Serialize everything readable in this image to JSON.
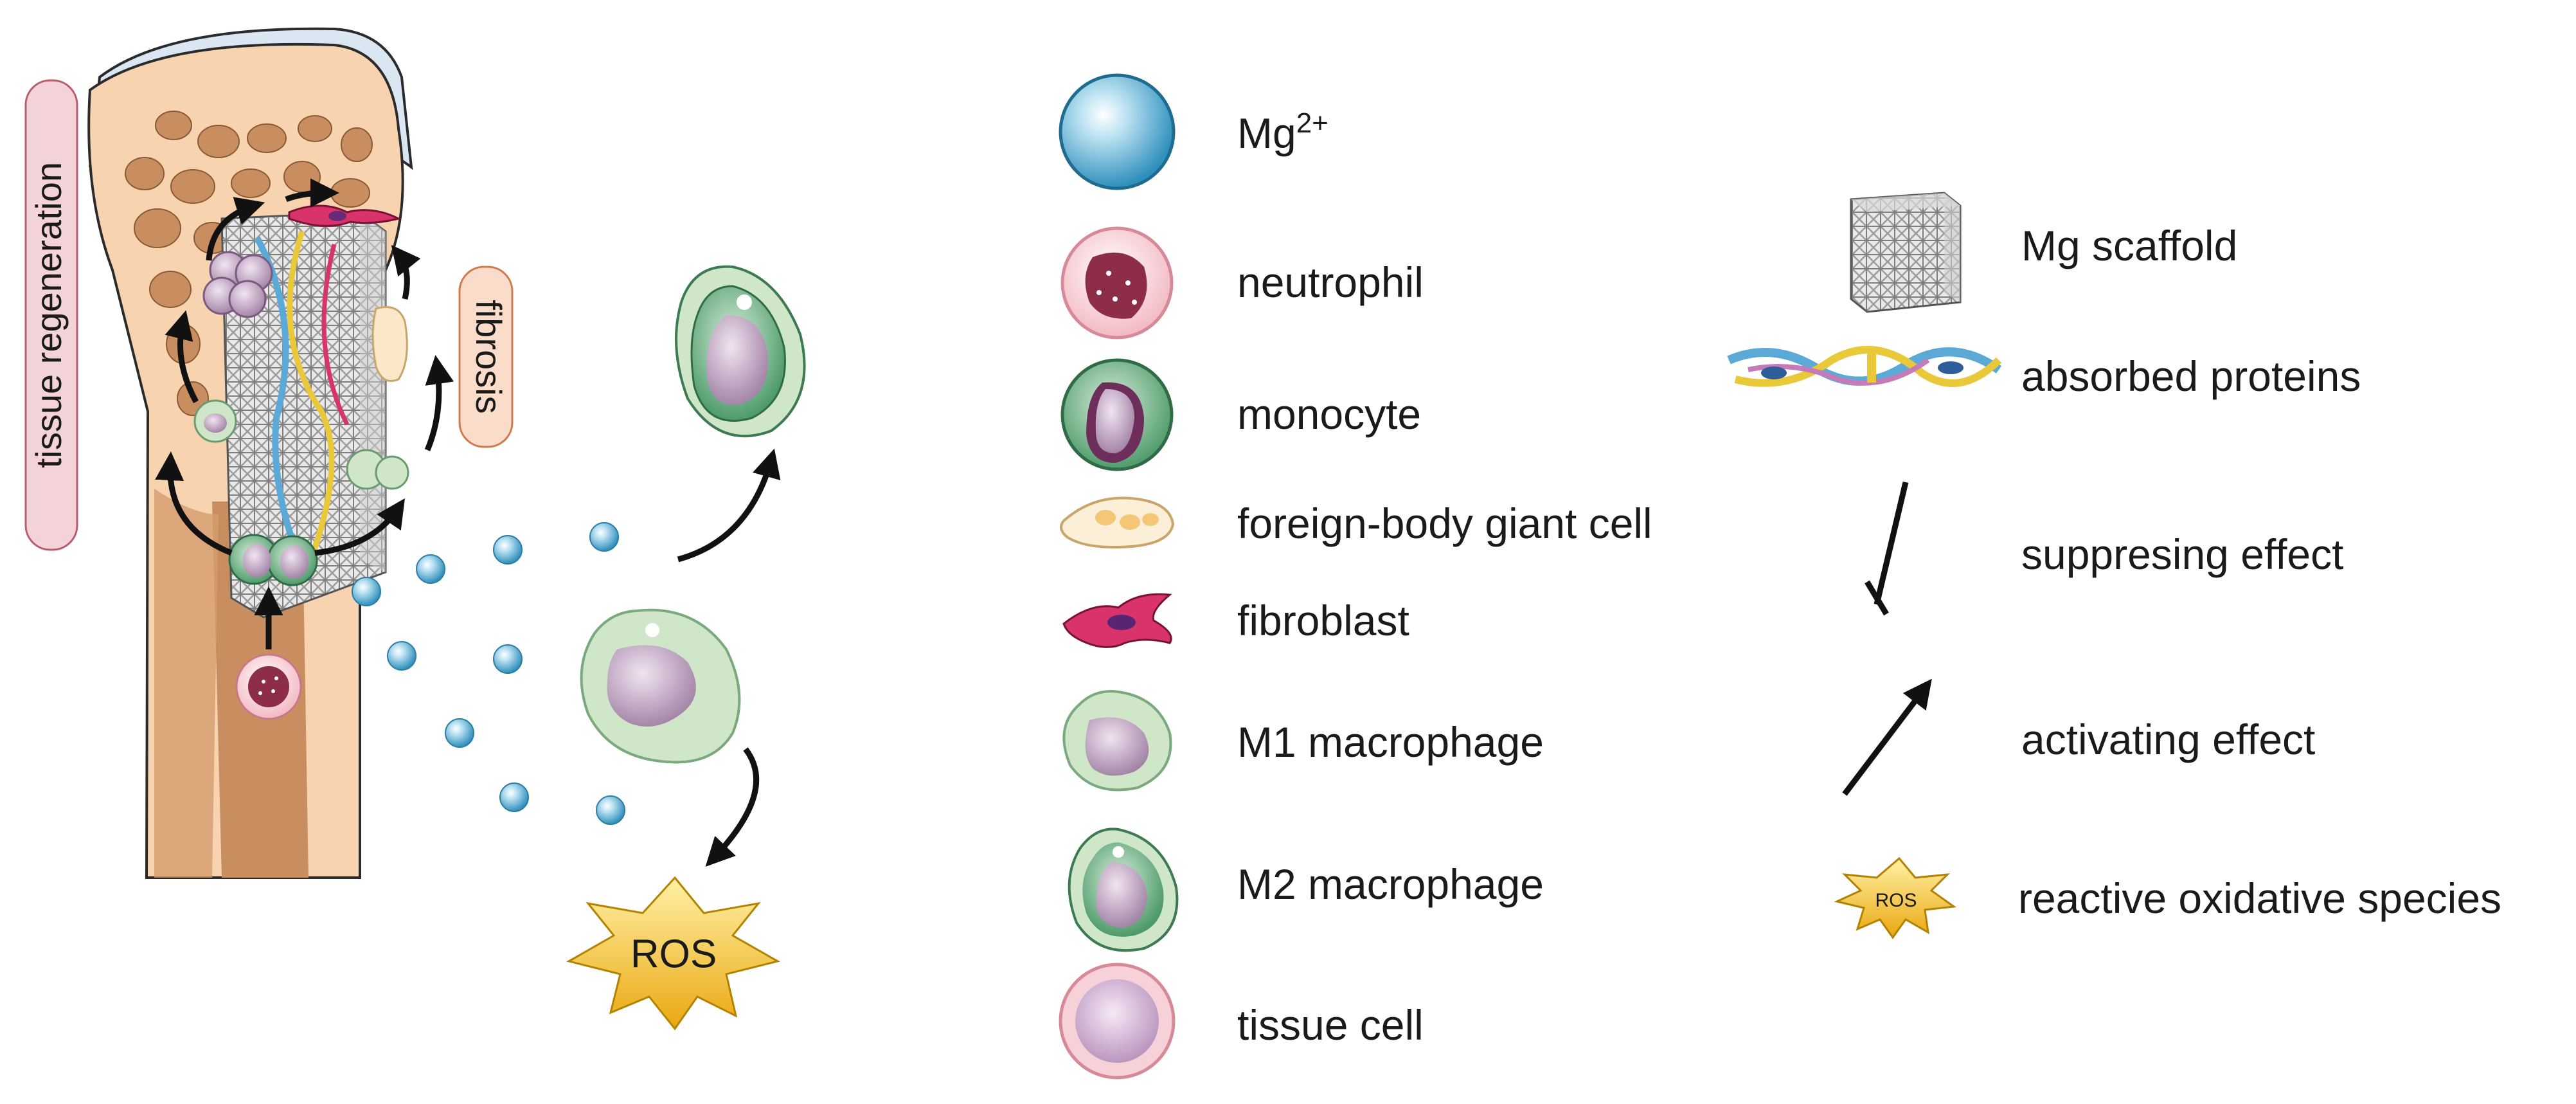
{
  "illustration": {
    "side_labels": {
      "left": "tissue regeneration",
      "right": "fibrosis"
    },
    "ros_label": "ROS"
  },
  "legend_left": {
    "items": [
      {
        "icon": "mg-ion-icon",
        "label": "Mg",
        "sup": "2+"
      },
      {
        "icon": "neutrophil-icon",
        "label": "neutrophil"
      },
      {
        "icon": "monocyte-icon",
        "label": "monocyte"
      },
      {
        "icon": "foreign-body-giant-cell-icon",
        "label": "foreign-body giant cell"
      },
      {
        "icon": "fibroblast-icon",
        "label": "fibroblast"
      },
      {
        "icon": "m1-macrophage-icon",
        "label": "M1 macrophage"
      },
      {
        "icon": "m2-macrophage-icon",
        "label": "M2 macrophage"
      },
      {
        "icon": "tissue-cell-icon",
        "label": "tissue cell"
      }
    ]
  },
  "legend_right": {
    "items": [
      {
        "icon": "mg-scaffold-icon",
        "label": "Mg scaffold"
      },
      {
        "icon": "protein-ribbon-icon",
        "label": "absorbed proteins"
      },
      {
        "icon": "suppressing-arrow-icon",
        "label": "suppresing effect"
      },
      {
        "icon": "activating-arrow-icon",
        "label": "activating effect"
      },
      {
        "icon": "ros-star-icon",
        "label": "reactive oxidative species",
        "icon_text": "ROS"
      }
    ]
  },
  "colors": {
    "bone_outer": "#f7d3b0",
    "bone_marrow": "#c98e5f",
    "mg_ion": "#4fa9cf",
    "neutrophil": "#8e2d47",
    "monocyte": "#5fa87a",
    "m1": "#cfe6c8",
    "fibroblast": "#d8336b",
    "tissue_cell": "#c9a5c8",
    "ros": "#f4c21b"
  }
}
